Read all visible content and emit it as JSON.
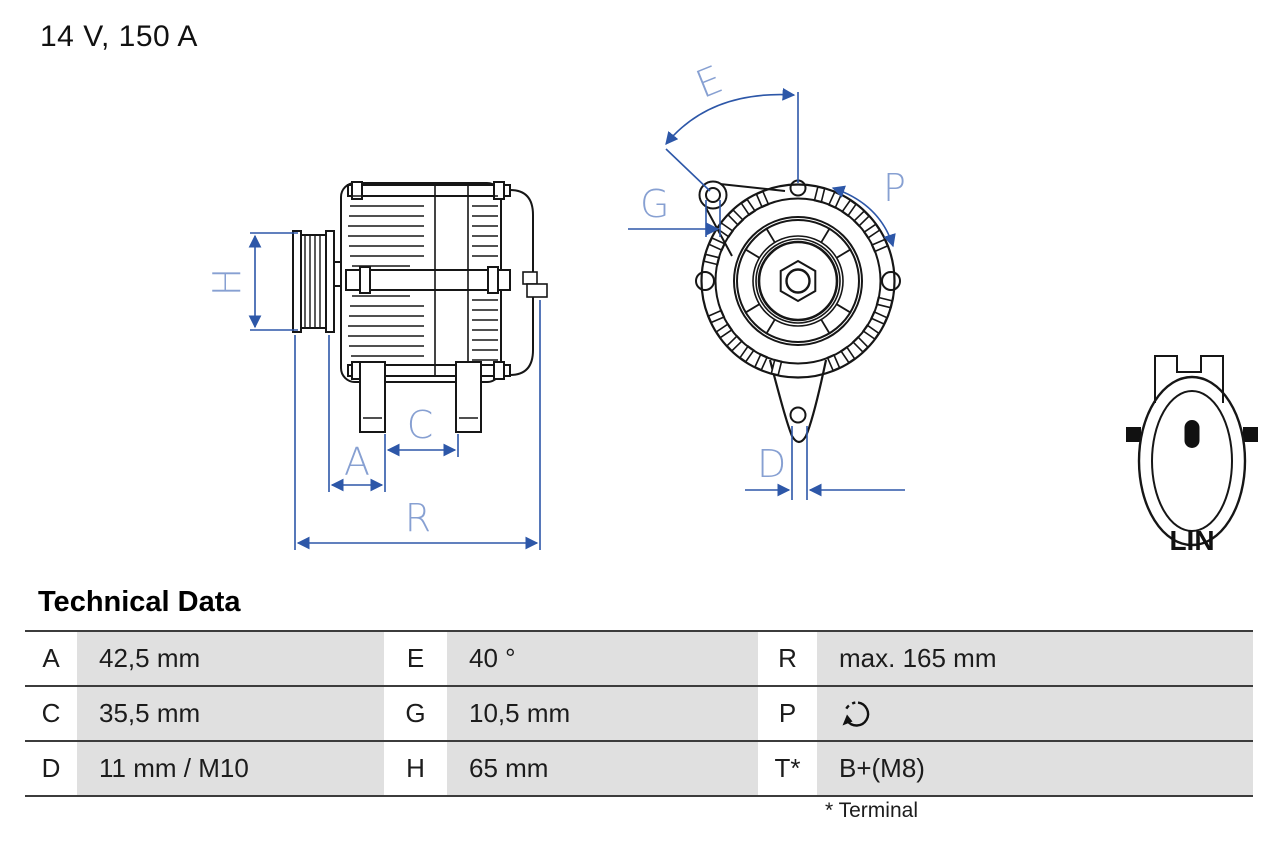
{
  "header": {
    "rating": "14 V, 150 A"
  },
  "diagram": {
    "side_view_labels": {
      "H": "H",
      "A": "A",
      "C": "C",
      "R": "R"
    },
    "front_view_labels": {
      "E": "E",
      "G": "G",
      "P": "P",
      "D": "D"
    },
    "connector_label": "LIN",
    "colors": {
      "dimension_line": "#2d57a8",
      "dimension_label": "#87a0d2",
      "drawing_line": "#161616",
      "table_value_bg": "#e0e0e0",
      "table_rule": "#3c3c3c"
    }
  },
  "technical_data": {
    "title": "Technical Data",
    "rows": [
      [
        {
          "label": "A",
          "value": "42,5 mm"
        },
        {
          "label": "E",
          "value": "40 °"
        },
        {
          "label": "R",
          "value": "max. 165 mm"
        }
      ],
      [
        {
          "label": "C",
          "value": "35,5 mm"
        },
        {
          "label": "G",
          "value": "10,5 mm"
        },
        {
          "label": "P",
          "value": "",
          "icon": "rotation-clockwise-icon"
        }
      ],
      [
        {
          "label": "D",
          "value": "11 mm / M10"
        },
        {
          "label": "H",
          "value": "65 mm"
        },
        {
          "label": "T*",
          "value": "B+(M8)"
        }
      ]
    ],
    "footnote": "* Terminal"
  }
}
